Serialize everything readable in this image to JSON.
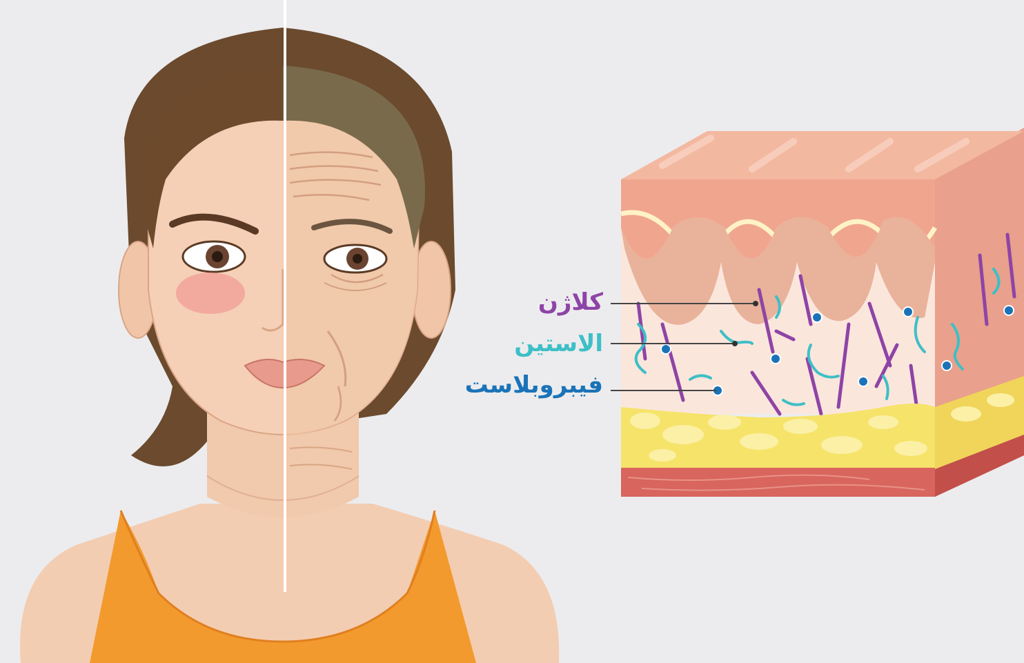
{
  "labels": {
    "collagen": "کلاژن",
    "elastin": "الاستین",
    "fibroblast": "فیبروبلاست"
  },
  "colors": {
    "background": "#ececee",
    "collagen": "#8e44a6",
    "elastin": "#3ebfc6",
    "fibroblast": "#1a73b8",
    "skin": "#f5cfb6",
    "hair": "#6e4a2c",
    "shirt": "#f39a2e",
    "fat": "#f6e36a",
    "muscle": "#d8655e"
  },
  "icons": {
    "woman-face": "young-vs-aged-face-illustration",
    "skin-block": "skin-cross-section-illustration"
  }
}
